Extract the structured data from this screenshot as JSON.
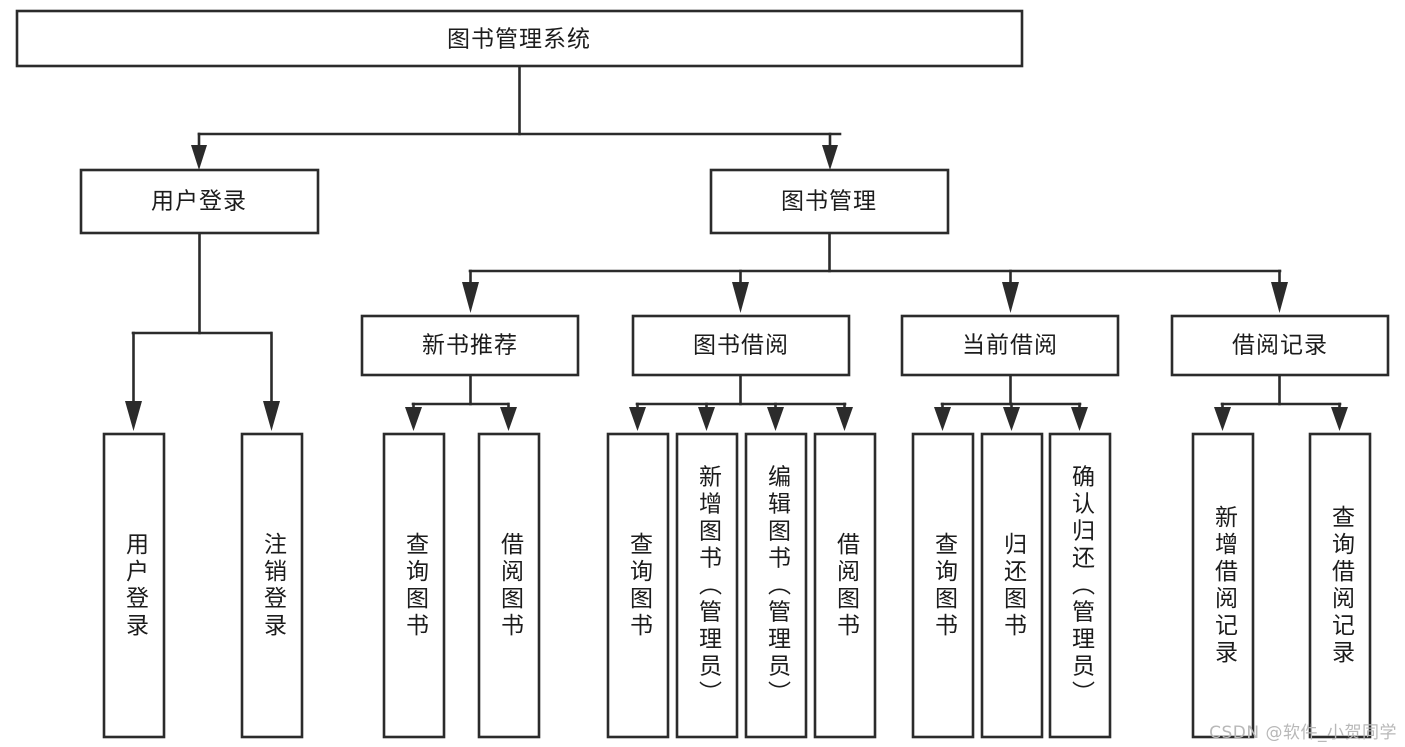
{
  "diagram": {
    "title": "图书管理系统",
    "type": "tree-hierarchy",
    "root": {
      "id": "root",
      "label": "图书管理系统",
      "orientation": "horizontal"
    },
    "level1": [
      {
        "id": "user-login",
        "label": "用户登录",
        "orientation": "horizontal"
      },
      {
        "id": "book-manage",
        "label": "图书管理",
        "orientation": "horizontal"
      }
    ],
    "level2": [
      {
        "id": "new-book-rec",
        "label": "新书推荐",
        "orientation": "horizontal",
        "parent": "book-manage"
      },
      {
        "id": "book-borrow",
        "label": "图书借阅",
        "orientation": "horizontal",
        "parent": "book-manage"
      },
      {
        "id": "current-borrow",
        "label": "当前借阅",
        "orientation": "horizontal",
        "parent": "book-manage"
      },
      {
        "id": "borrow-record",
        "label": "借阅记录",
        "orientation": "horizontal",
        "parent": "book-manage"
      }
    ],
    "leaves": [
      {
        "id": "leaf-user-login",
        "label": "用户登录",
        "orientation": "vertical",
        "parent": "user-login"
      },
      {
        "id": "leaf-user-logout",
        "label": "注销登录",
        "orientation": "vertical",
        "parent": "user-login"
      },
      {
        "id": "leaf-query-book-1",
        "label": "查询图书",
        "orientation": "vertical",
        "parent": "new-book-rec"
      },
      {
        "id": "leaf-borrow-book-1",
        "label": "借阅图书",
        "orientation": "vertical",
        "parent": "new-book-rec"
      },
      {
        "id": "leaf-query-book-2",
        "label": "查询图书",
        "orientation": "vertical",
        "parent": "book-borrow"
      },
      {
        "id": "leaf-add-book",
        "label": "新增图书（管理员）",
        "orientation": "vertical",
        "parent": "book-borrow"
      },
      {
        "id": "leaf-edit-book",
        "label": "编辑图书（管理员）",
        "orientation": "vertical",
        "parent": "book-borrow"
      },
      {
        "id": "leaf-borrow-book-2",
        "label": "借阅图书",
        "orientation": "vertical",
        "parent": "book-borrow"
      },
      {
        "id": "leaf-query-book-3",
        "label": "查询图书",
        "orientation": "vertical",
        "parent": "current-borrow"
      },
      {
        "id": "leaf-return-book",
        "label": "归还图书",
        "orientation": "vertical",
        "parent": "current-borrow"
      },
      {
        "id": "leaf-confirm-return",
        "label": "确认归还（管理员）",
        "orientation": "vertical",
        "parent": "current-borrow"
      },
      {
        "id": "leaf-add-record",
        "label": "新增借阅记录",
        "orientation": "vertical",
        "parent": "borrow-record"
      },
      {
        "id": "leaf-query-record",
        "label": "查询借阅记录",
        "orientation": "vertical",
        "parent": "borrow-record"
      }
    ],
    "colors": {
      "stroke": "#2b2b2b",
      "fill": "#ffffff",
      "text": "#1c1c1c",
      "watermark": "#b8b8b8"
    }
  },
  "watermark": {
    "text": "CSDN @软件_小贺同学"
  }
}
